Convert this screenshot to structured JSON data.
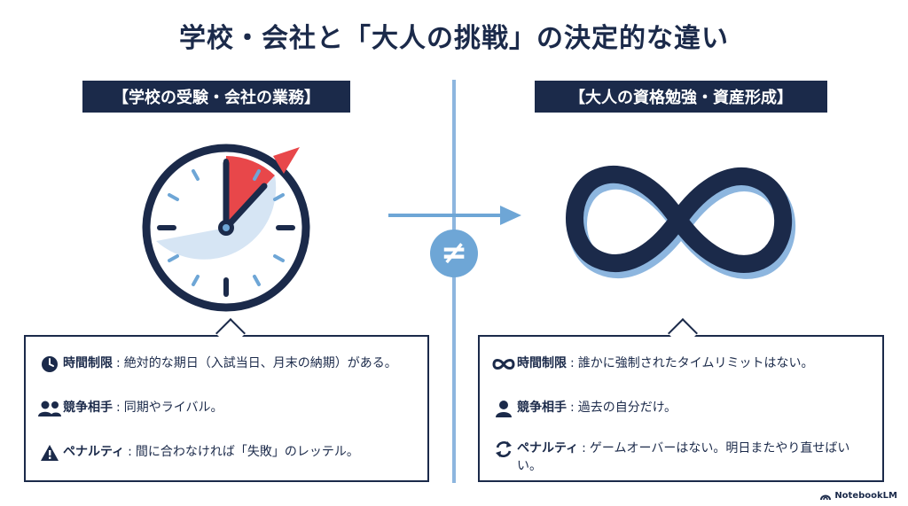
{
  "title": "学校・会社と「大人の挑戦」の決定的な違い",
  "left": {
    "header": "【学校の受験・会社の業務】",
    "visual_icon": "stopwatch-icon",
    "items": [
      {
        "icon": "clock-icon",
        "key": "時間制限",
        "sep": ":",
        "text": "絶対的な期日（入試当日、月末の納期）がある。"
      },
      {
        "icon": "people-icon",
        "key": "競争相手",
        "sep": ":",
        "text": "同期やライバル。"
      },
      {
        "icon": "warning-icon",
        "key": "ペナルティ",
        "sep": ":",
        "text": "間に合わなければ「失敗」のレッテル。"
      }
    ]
  },
  "right": {
    "header": "【大人の資格勉強・資産形成】",
    "visual_icon": "infinity-icon",
    "items": [
      {
        "icon": "infinity-icon",
        "key": "時間制限",
        "sep": ":",
        "text": "誰かに強制されたタイムリミットはない。"
      },
      {
        "icon": "person-icon",
        "key": "競争相手",
        "sep": ":",
        "text": "過去の自分だけ。"
      },
      {
        "icon": "refresh-icon",
        "key": "ペナルティ",
        "sep": ":",
        "text": "ゲームオーバーはない。明日またやり直せばいい。"
      }
    ]
  },
  "center": {
    "symbol": "≠",
    "icon": "arrow-right-icon"
  },
  "brand": "NotebookLM",
  "colors": {
    "navy": "#1b2a4a",
    "light_blue": "#8db6df",
    "accent_blue": "#6ea6d6",
    "alert_red": "#e8474a"
  }
}
